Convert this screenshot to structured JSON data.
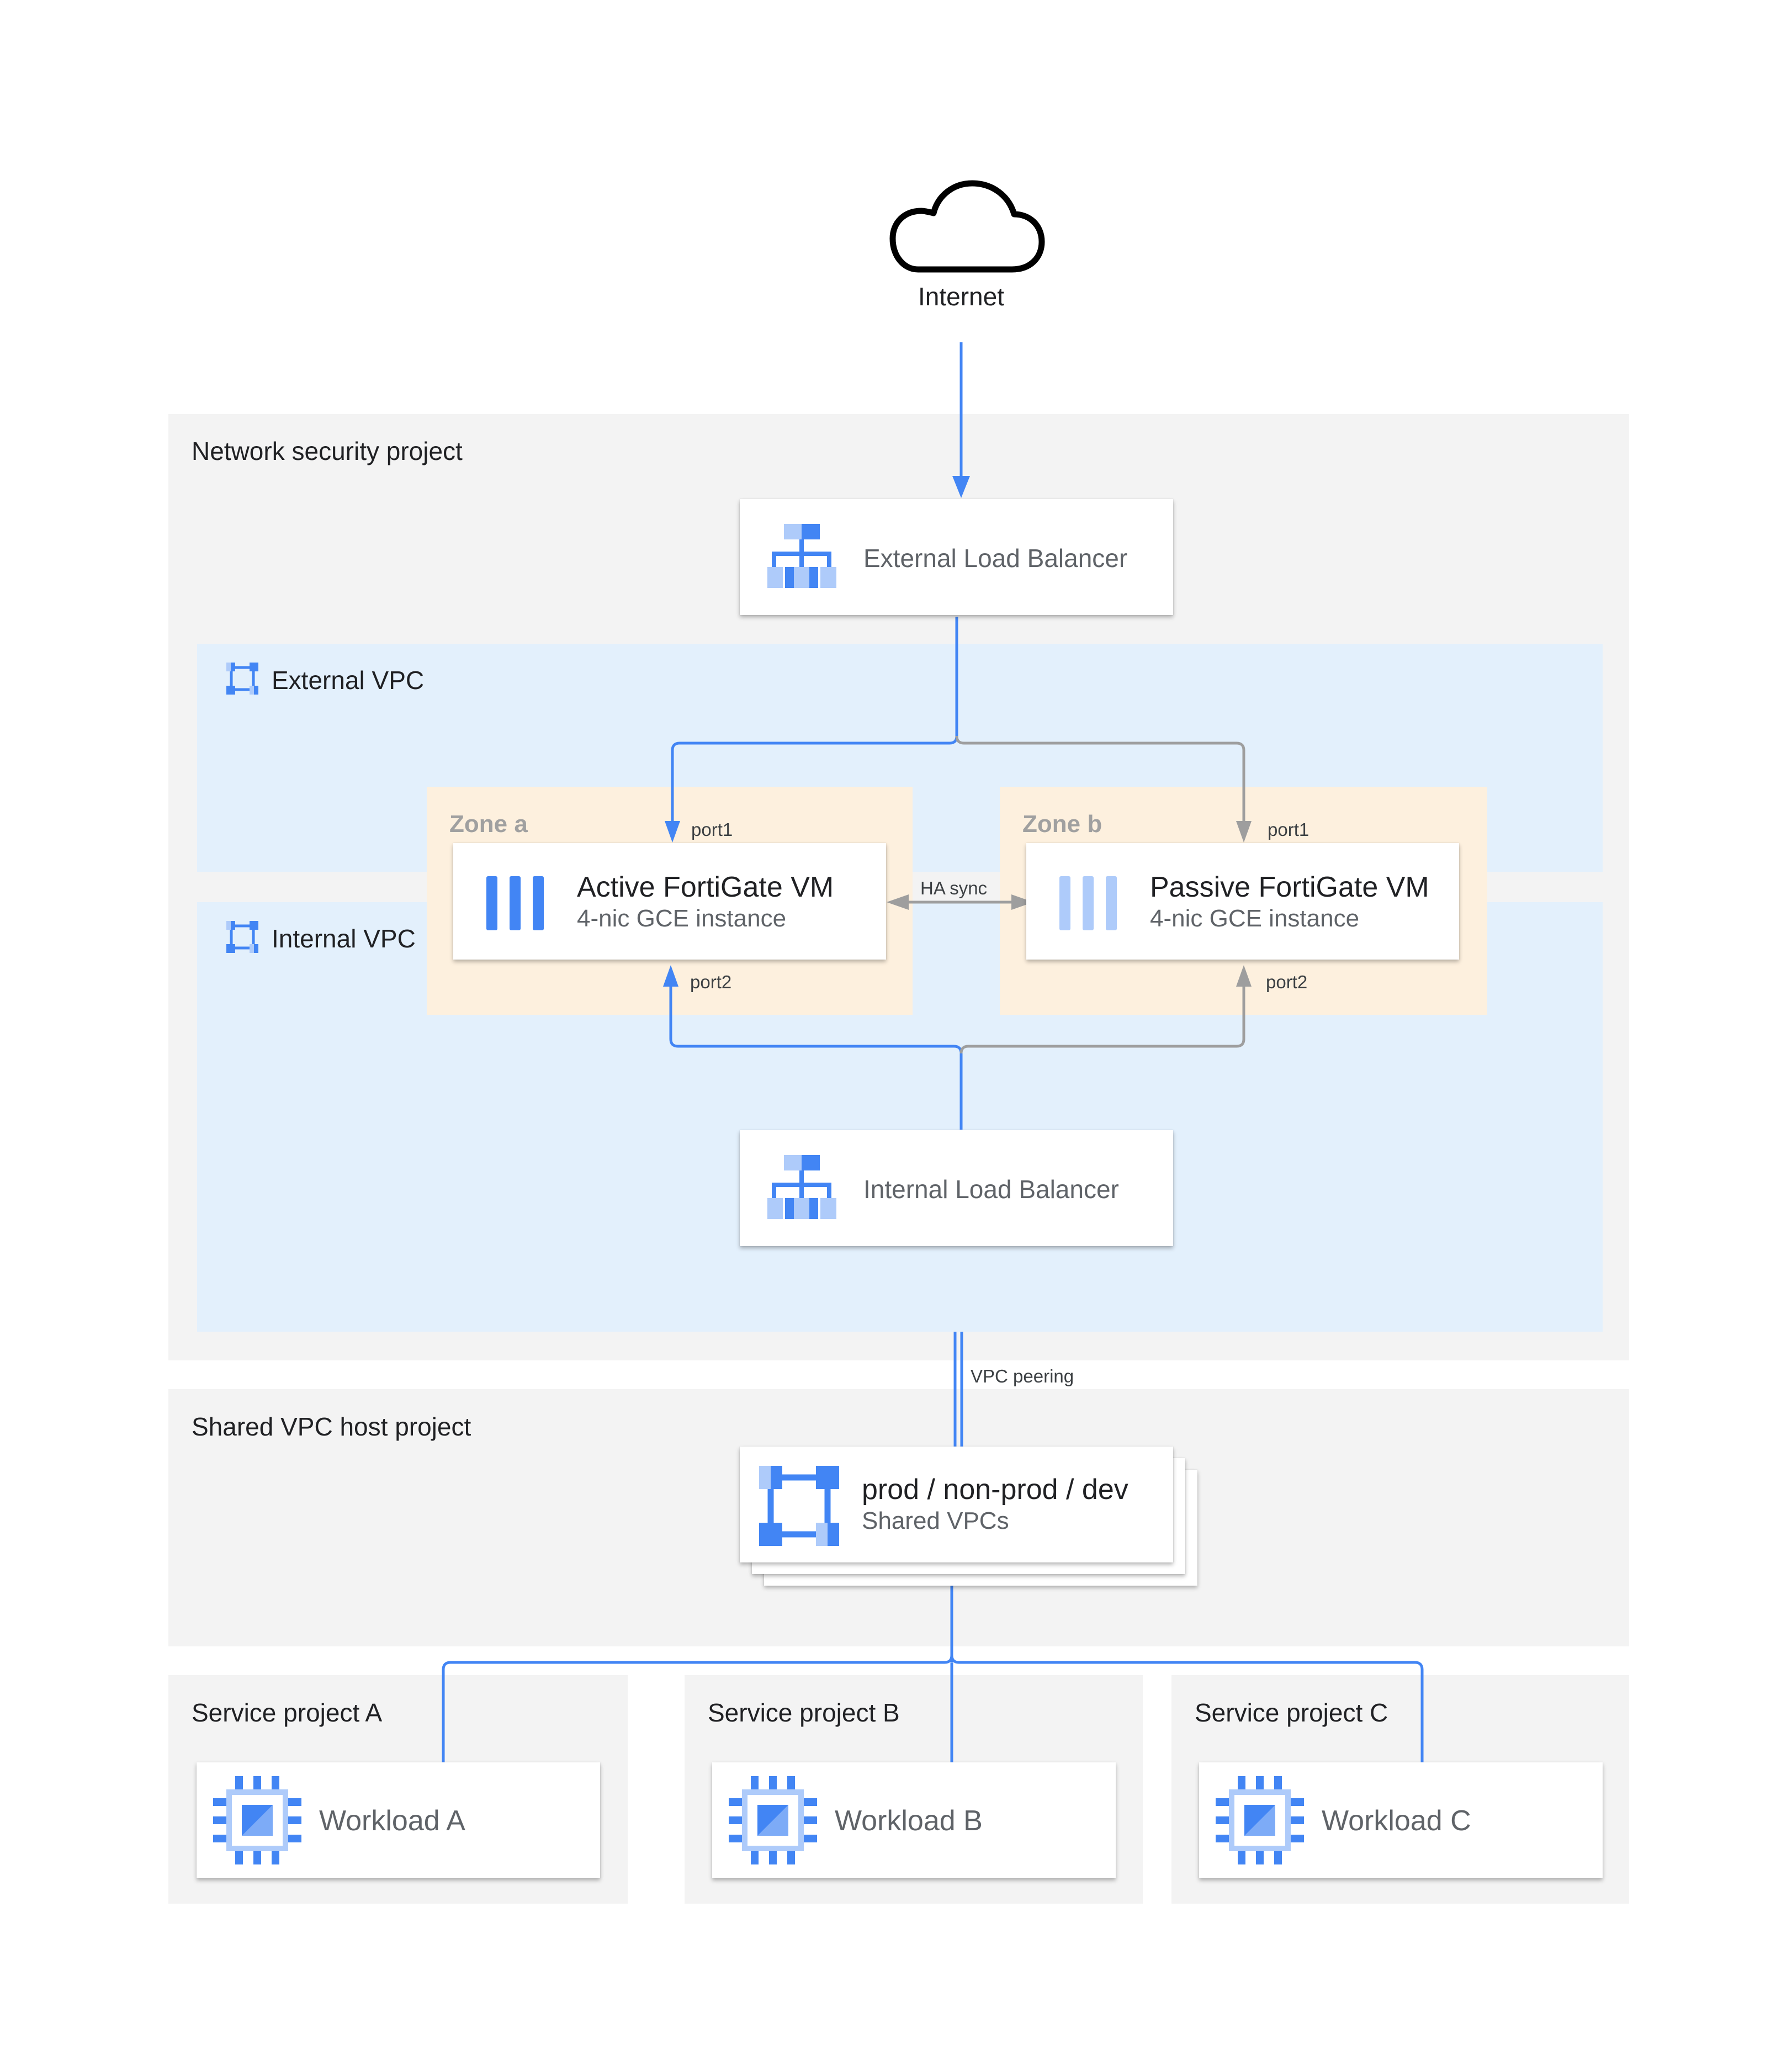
{
  "internet": {
    "label": "Internet"
  },
  "network_security_project": {
    "title": "Network security project",
    "external_lb": "External Load Balancer",
    "internal_lb": "Internal Load Balancer",
    "external_vpc": "External VPC",
    "internal_vpc": "Internal VPC",
    "zone_a": {
      "title": "Zone a",
      "vm_title": "Active FortiGate VM",
      "vm_sub": "4-nic GCE instance",
      "port1": "port1",
      "port2": "port2"
    },
    "zone_b": {
      "title": "Zone b",
      "vm_title": "Passive FortiGate VM",
      "vm_sub": "4-nic GCE instance",
      "port1": "port1",
      "port2": "port2"
    },
    "ha_sync": "HA sync"
  },
  "vpc_peering": "VPC peering",
  "shared_vpc_host_project": {
    "title": "Shared VPC host project",
    "vpcs_title": "prod / non-prod / dev",
    "vpcs_sub": "Shared VPCs"
  },
  "service_projects": [
    {
      "title": "Service project A",
      "workload": "Workload A"
    },
    {
      "title": "Service project B",
      "workload": "Workload B"
    },
    {
      "title": "Service project C",
      "workload": "Workload C"
    }
  ],
  "colors": {
    "blue_link": "#4285f4",
    "grey_link": "#9e9e9e",
    "icon_blue": "#4285f4",
    "icon_light_blue": "#aecbfa"
  }
}
